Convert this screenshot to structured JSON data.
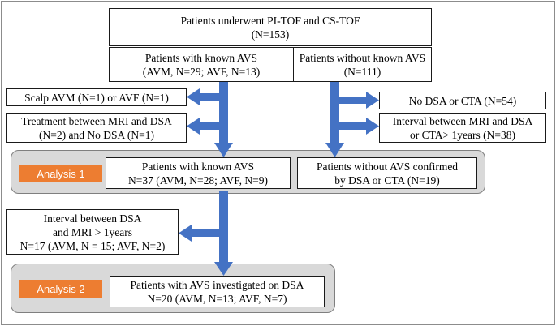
{
  "colors": {
    "arrow": "#4472c4",
    "panel": "#d9d9d9",
    "analysis_tag": "#ed7d31"
  },
  "top": {
    "line1": "Patients underwent PI-TOF and CS-TOF",
    "line2": "(N=153)"
  },
  "known_avs": {
    "line1": "Patients with known AVS",
    "line2": "(AVM, N=29; AVF, N=13)"
  },
  "without_known_avs": {
    "line1": "Patients without known AVS",
    "line2": "(N=111)"
  },
  "excl_scalp": {
    "line1": "Scalp AVM (N=1) or AVF (N=1)"
  },
  "excl_treatment": {
    "line1": "Treatment between MRI and DSA",
    "line2": "(N=2) and No DSA (N=1)"
  },
  "excl_no_dsa": {
    "line1": "No DSA or CTA (N=54)"
  },
  "excl_interval_mri": {
    "line1": "Interval between MRI and DSA",
    "line2": "or CTA> 1years (N=38)"
  },
  "analysis1": {
    "tag": "Analysis 1",
    "known": {
      "line1": "Patients with known AVS",
      "line2": "N=37 (AVM, N=28; AVF, N=9)"
    },
    "without": {
      "line1": "Patients without AVS confirmed",
      "line2": "by DSA or CTA (N=19)"
    }
  },
  "excl_interval_dsa": {
    "line1": "Interval between DSA",
    "line2": "and MRI > 1years",
    "line3": "N=17 (AVM, N = 15; AVF, N=2)"
  },
  "analysis2": {
    "tag": "Analysis 2",
    "investigated": {
      "line1": "Patients with AVS investigated on DSA",
      "line2": "N=20 (AVM, N=13; AVF, N=7)"
    }
  }
}
